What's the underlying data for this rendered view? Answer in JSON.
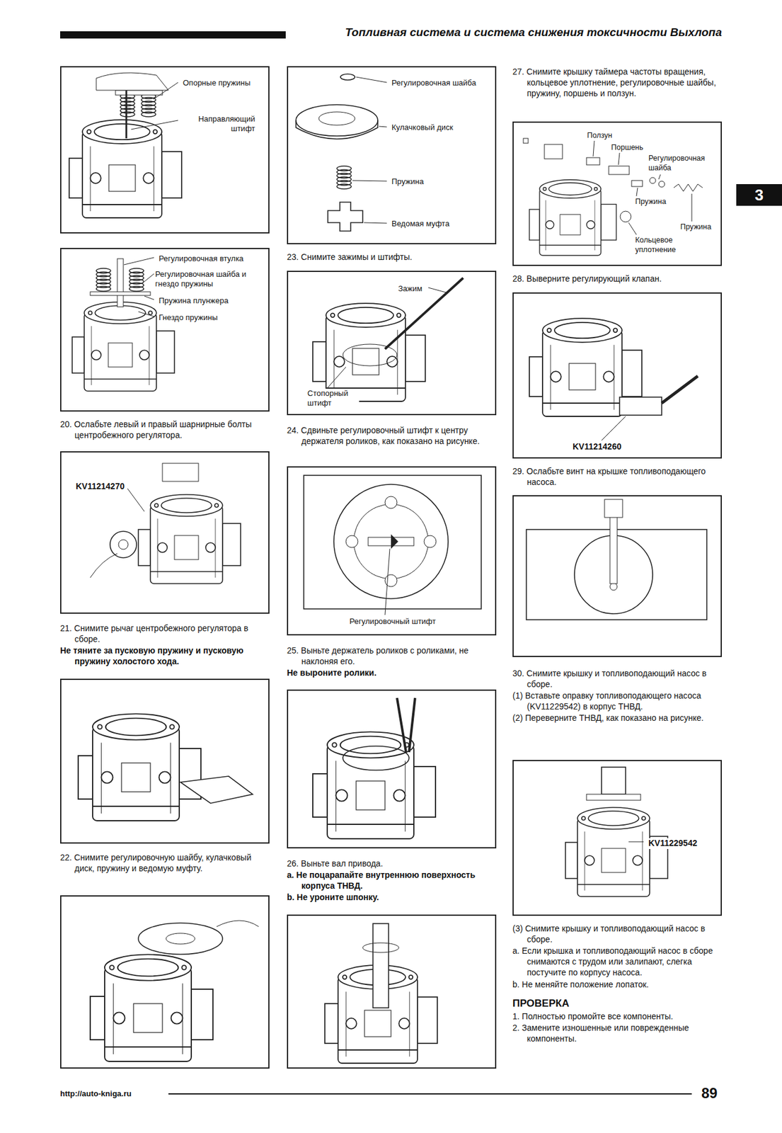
{
  "diagram": {
    "title": "Топливная система и система снижения токсичности Выхлопа",
    "nodes": [
      {
        "text": [
          "Опорные пружины",
          "Направляющий штифт"
        ]
      },
      {
        "text": [
          "Регулировочная втулка",
          "Регулировочная шайба и гнездо пружины",
          "Пружина плунжера",
          "Гнездо пружины"
        ]
      },
      {
        "text": [
          "KV11214270"
        ]
      },
      {
        "text": [
          "Регулировочная шайба",
          "Кулачковый диск",
          "Пружина",
          "Ведомая муфта"
        ]
      },
      {
        "text": [
          "Зажим",
          "Стопорный штифт"
        ]
      },
      {
        "text": [
          "Регулировочный штифт"
        ]
      },
      {
        "text": [
          "Ползун",
          "Поршень",
          "Регулировочная шайба",
          "Пружина",
          "Кольцевое уплотнение",
          "Пружина"
        ]
      },
      {
        "text": [
          "KV11214260"
        ]
      },
      {
        "text": [
          "KV11229542"
        ]
      },
      {
        "text": [
          "3"
        ]
      }
    ],
    "labels": [
      "20. Ослабьте левый и правый шарнирные болты центробежного регулятора.",
      "21. Снимите рычаг центробежного регулятора в сборе.",
      "Не тяните за пусковую пружину и пусковую пружину холостого хода.",
      "22. Снимите регулировочную шайбу, кулачковый диск, пружину и ведомую муфту.",
      "23. Снимите зажимы и штифты.",
      "24. Сдвиньте регулировочный штифт к центру держателя роликов, как показано на рисунке.",
      "25. Выньте держатель роликов с роликами, не наклоняя его.",
      "Не выроните ролики.",
      "26. Выньте вал привода.",
      "a. Не поцарапайте внутреннюю поверхность корпуса ТНВД.",
      "b. Не уроните шпонку.",
      "27. Снимите крышку таймера частоты вращения, кольцевое уплотнение, регулировочные шайбы, пружину, поршень и ползун.",
      "28. Выверните регулирующий клапан.",
      "29. Ослабьте винт на крышке топливоподающего насоса.",
      "30. Снимите крышку и топливоподающий насос в сборе.",
      "(1) Вставьте оправку топливоподающего насоса (KV11229542) в корпус ТНВД.",
      "(2) Переверните ТНВД, как показано на рисунке.",
      "(3) Снимите крышку и топливоподающий насос в сборе.",
      "a. Если крышка и топливоподающий насос в сборе снимаются с трудом или залипают, слегка постучите по корпусу насоса.",
      "b. Не меняйте положение лопаток.",
      "ПРОВЕРКА",
      "1. Полностью промойте все компоненты.",
      "2. Замените изношенные или поврежденные компоненты.",
      "http://auto-kniga.ru",
      "89"
    ]
  }
}
